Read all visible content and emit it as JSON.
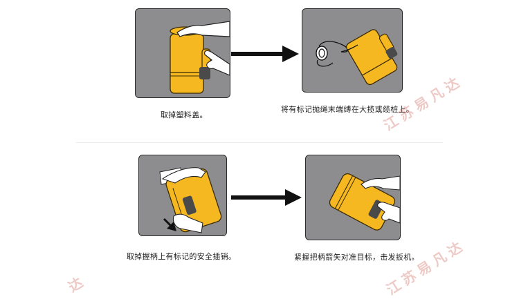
{
  "steps": [
    {
      "caption": "取掉塑料盖。"
    },
    {
      "caption": "将有标记抛绳末端缚在大揽或缆桩上。"
    },
    {
      "caption": "取掉握柄上有标记的安全插销。"
    },
    {
      "caption": "紧握把柄箭矢对准目标，击发扳机。"
    }
  ],
  "watermark": {
    "text1": "江苏易凡达",
    "text2": "江苏易凡达",
    "text3": "达"
  },
  "colors": {
    "panel_bg": "#8d8d8f",
    "device_yellow": "#f5b820",
    "device_outline": "#3a2a00",
    "arrow": "#111111",
    "watermark": "#c85046"
  },
  "icons": {
    "arrow": "right-arrow-icon",
    "hand": "hand-icon",
    "device": "line-thrower-icon"
  }
}
